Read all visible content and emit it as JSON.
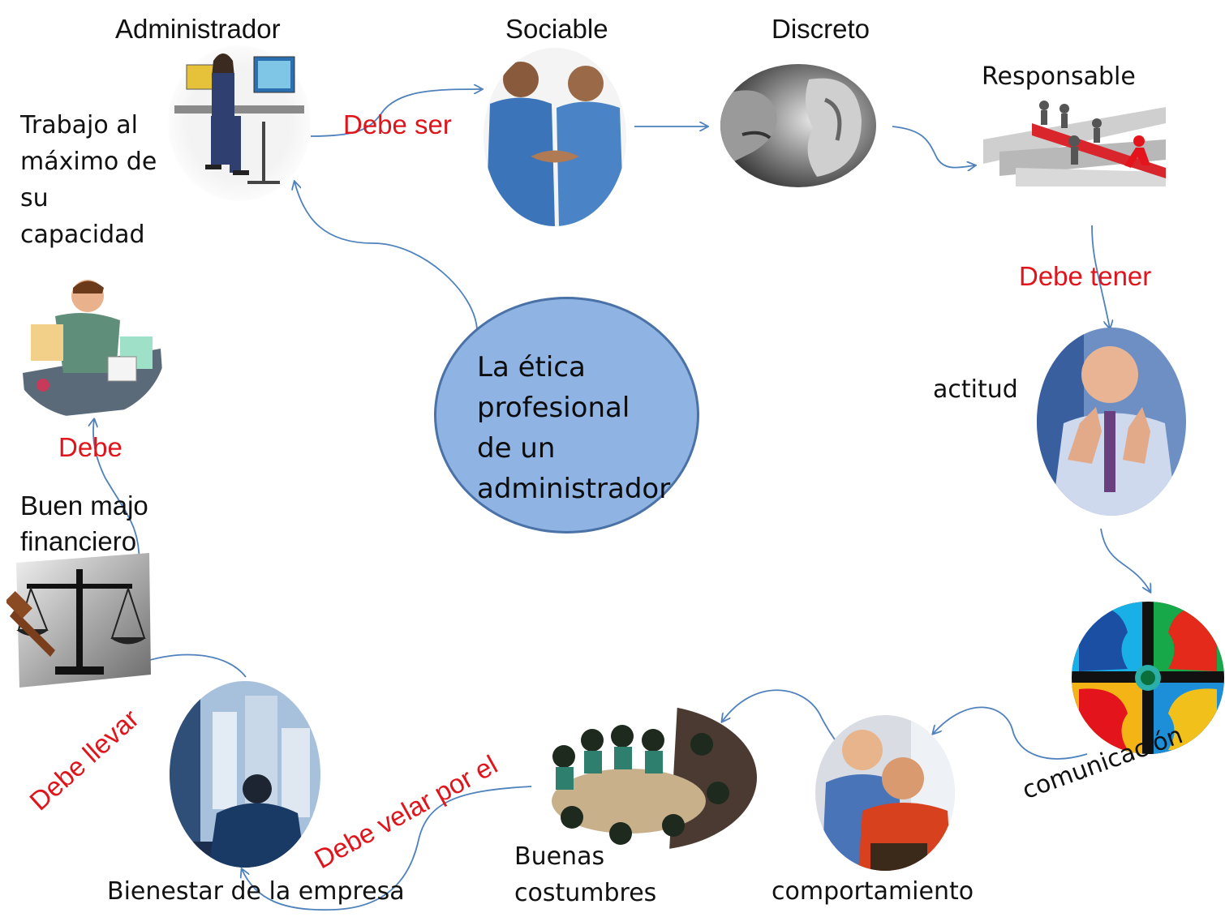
{
  "central_topic": "La ética\nprofesional\nde un\nadministrador",
  "nodes": {
    "administrador": "Administrador",
    "sociable": "Sociable",
    "discreto": "Discreto",
    "responsable": "Responsable",
    "actitud": "actitud",
    "comunicacion": "comunicación",
    "comportamiento": "comportamiento",
    "buenas_costumbres": "Buenas\ncostumbres",
    "bienestar": "Bienestar de la empresa",
    "buen_manejo": "Buen majo\nfinanciero",
    "trabajo": "Trabajo al\nmáximo de\nsu\ncapacidad"
  },
  "connectors": {
    "debe_ser": "Debe ser",
    "debe_tener": "Debe tener",
    "debe_velar": "Debe velar por el",
    "debe_llevar": "Debe llevar",
    "debe": "Debe"
  },
  "colors": {
    "connector_text": "#e0141b",
    "arrow": "#4f81bd",
    "center_fill": "#8fb4e3",
    "center_border": "#4a72a6"
  },
  "icons": {
    "administrador": "office-worker-at-desk-image",
    "sociable": "handshake-image",
    "discreto": "whisper-image",
    "responsable": "race-leader-image",
    "actitud": "thumbs-up-image",
    "comunicacion": "colorful-faces-communication-image",
    "comportamiento": "smiling-colleagues-image",
    "buenas_costumbres": "group-meeting-image",
    "bienestar": "businessman-at-window-image",
    "buen_manejo": "scales-and-gavel-image",
    "trabajo": "busy-office-worker-image"
  }
}
